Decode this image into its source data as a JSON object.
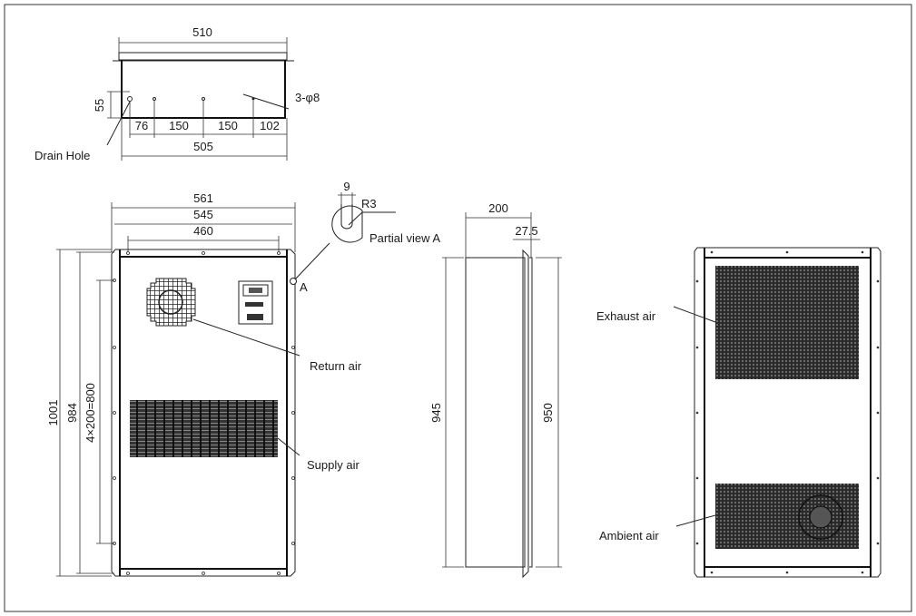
{
  "top_view": {
    "width_outer": "510",
    "width_inner": "505",
    "hole_spacing": [
      "76",
      "150",
      "150",
      "102"
    ],
    "hole_height": "55",
    "hole_callout": "3-φ8",
    "drain_label": "Drain Hole"
  },
  "front_view": {
    "width_561": "561",
    "width_545": "545",
    "width_460": "460",
    "height_1001": "1001",
    "height_984": "984",
    "hole_pitch": "4×200=800",
    "return_air": "Return air",
    "supply_air": "Supply air",
    "detail_marker": "A"
  },
  "partial_view": {
    "slot_width": "9",
    "radius": "R3",
    "title": "Partial view A"
  },
  "side_view": {
    "depth": "200",
    "flange": "27.5",
    "height_945": "945",
    "height_950": "950"
  },
  "back_view": {
    "exhaust_air": "Exhaust air",
    "ambient_air": "Ambient air"
  }
}
